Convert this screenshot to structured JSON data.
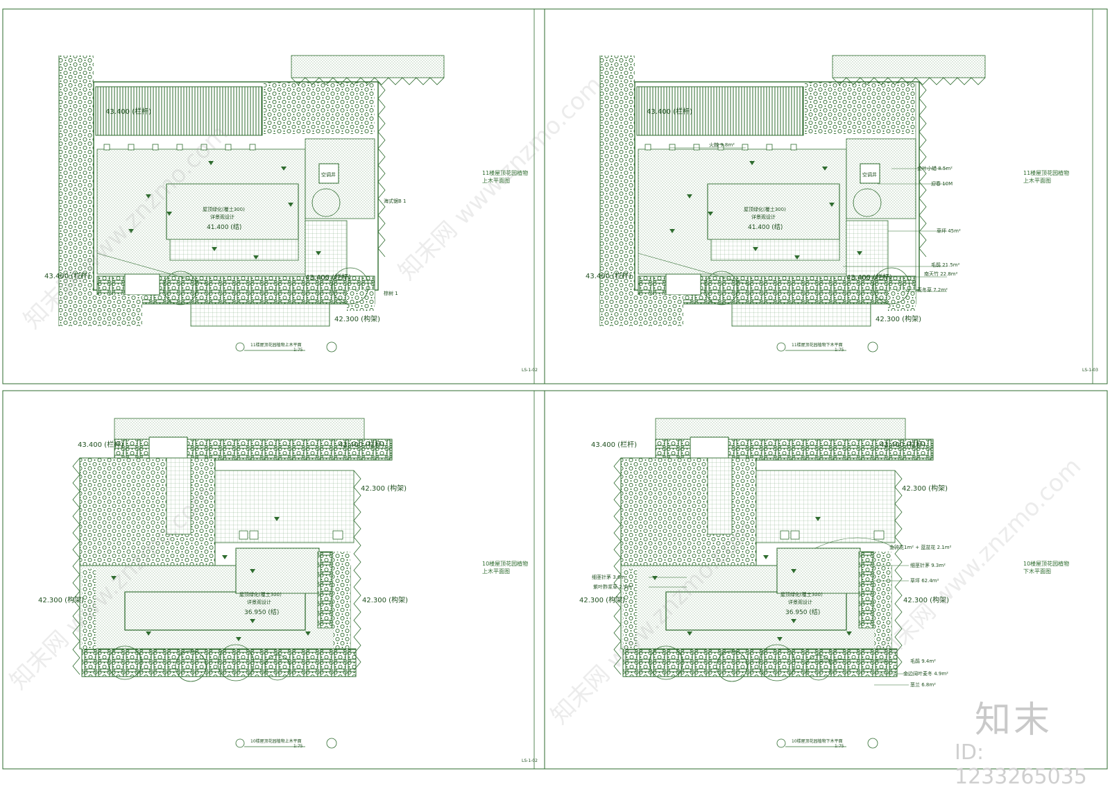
{
  "sheets": [
    {
      "side_title": [
        "11楼屋顶花园植物",
        "上木平面图"
      ],
      "caption": "11楼屋顶花园植物上木平面",
      "scale": "1:75",
      "sheet_no": "LS-1-02",
      "elevations": [
        "43.400 (栏杆)",
        "43.400 (栏杆)",
        "43.400 (栏杆)",
        "42.300 (构架)"
      ],
      "center": [
        "屋顶绿化(覆土300)",
        "详景观设计",
        "41.400 (结)"
      ],
      "callouts": [
        "海式锯B 1",
        "棕树 1",
        "空调井"
      ],
      "plants": []
    },
    {
      "side_title": [
        "11楼屋顶花园植物",
        "上木平面图"
      ],
      "caption": "11楼屋顶花园植物下木平面",
      "scale": "1:75",
      "sheet_no": "LS-1-03",
      "elevations": [
        "43.400 (栏杆)",
        "43.400 (栏杆)",
        "43.400 (栏杆)",
        "42.300 (构架)"
      ],
      "center": [
        "屋顶绿化(覆土300)",
        "详景观设计",
        "41.400 (结)"
      ],
      "callouts": [
        "空调井"
      ],
      "plants": [
        "火棘 9.8m²",
        "金叶小蜡 8.5m²",
        "迎春 10M",
        "草坪 45m²",
        "毛鹃 21.5m²",
        "南天竹 22.8m²",
        "麦冬草 7.2m²"
      ]
    },
    {
      "side_title": [
        "10楼屋顶花园植物",
        "上木平面图"
      ],
      "caption": "10楼屋顶花园植物上木平面",
      "scale": "1:75",
      "sheet_no": "LS-1-02",
      "elevations": [
        "43.400 (栏杆)",
        "43.400 (栏杆)",
        "42.300 (构架)",
        "42.300 (构架)",
        "42.300 (构架)"
      ],
      "center": [
        "屋顶绿化(覆土300)",
        "详景观设计",
        "36.950 (结)"
      ],
      "callouts": [],
      "plants": []
    },
    {
      "side_title": [
        "10楼屋顶花园植物",
        "下木平面图"
      ],
      "caption": "10楼屋顶花园植物下木平面",
      "scale": "1:75",
      "sheet_no": "",
      "elevations": [
        "43.400 (栏杆)",
        "43.400 (栏杆)",
        "42.300 (构架)",
        "42.300 (构架)",
        "42.300 (构架)"
      ],
      "center": [
        "屋顶绿化(覆土300)",
        "详景观设计",
        "36.950 (结)"
      ],
      "callouts": [],
      "plants": [
        "金钟花1m² + 蓝盆花 2.1m²",
        "细茎针茅 9.3m²",
        "草坪 62.4m²",
        "细茎针茅 3.6m",
        "紫叶酢浆草 2.9m²",
        "毛鹃 9.4m²",
        "金边阔叶麦冬 4.9m²",
        "葱兰 6.8m²"
      ]
    }
  ],
  "brand": "知末",
  "image_id_label": "ID: 1233265035",
  "watermark": "知末网 www.znzmo.com",
  "colors": {
    "line": "#2e6b2e",
    "hatch": "#3d7a3d",
    "bg": "#ffffff"
  }
}
